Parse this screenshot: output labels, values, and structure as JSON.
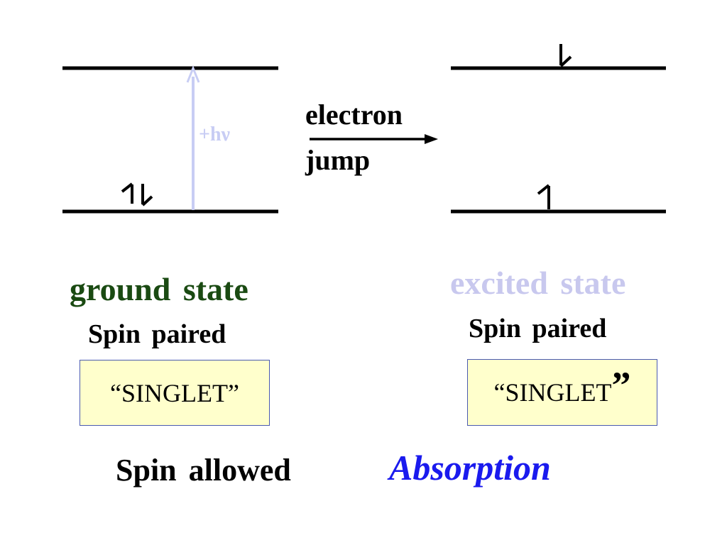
{
  "colors": {
    "ground_label": "#1a4a12",
    "excited_label": "#c8c8ee",
    "photon_arrow": "#c8cdf4",
    "absorption": "#1a1aee",
    "box_fill": "#ffffcc",
    "box_border": "#4a5ab0"
  },
  "left": {
    "photon_label": "+hν",
    "state_label": "ground state",
    "spin_label": "Spin paired",
    "multiplicity_open": "“SINGLET”"
  },
  "middle": {
    "jump_line1": "electron",
    "jump_line2": "jump"
  },
  "right": {
    "state_label": "excited state",
    "spin_label": "Spin paired",
    "multiplicity_text": "“SINGLET",
    "multiplicity_close": "”"
  },
  "bottom": {
    "allowed": "Spin allowed",
    "process": "Absorption"
  }
}
